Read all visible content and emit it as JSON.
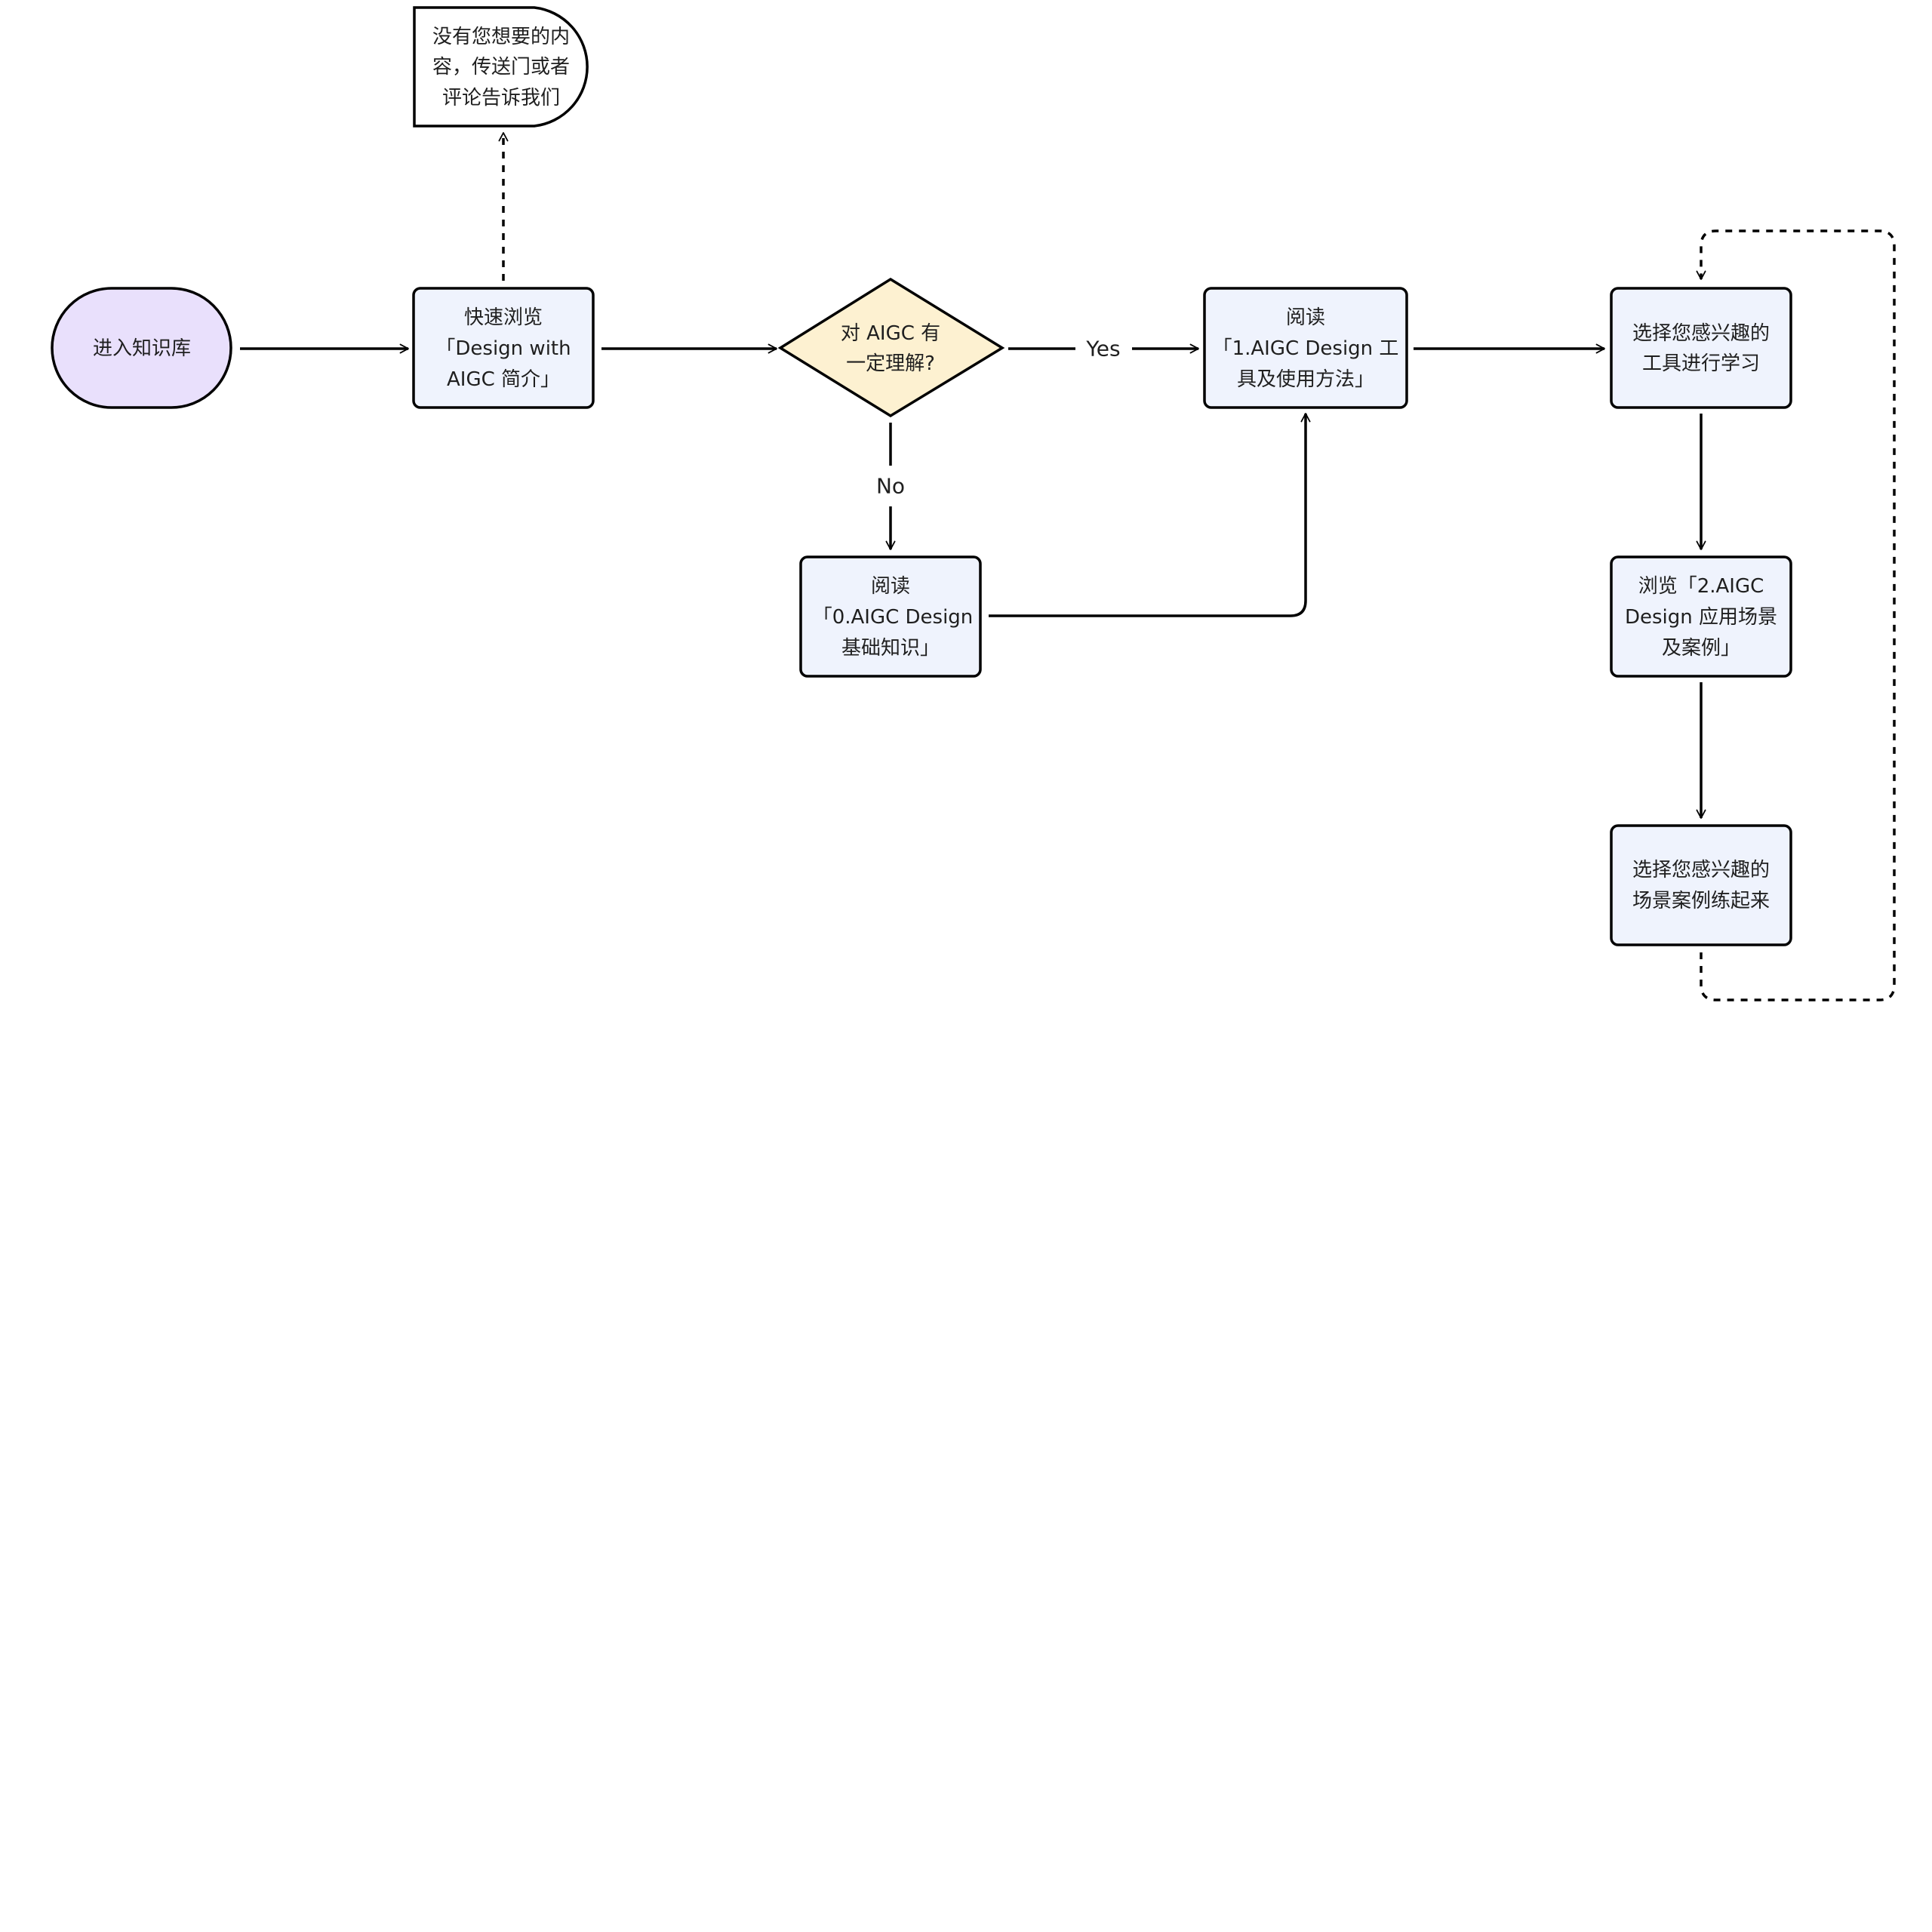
{
  "diagram": {
    "colors": {
      "start_fill": "#e9e0fc",
      "process_fill": "#eff3fd",
      "decision_fill": "#fdf1d1",
      "stroke": "#000000",
      "text": "#1f1f1f",
      "background": "#ffffff"
    },
    "nodes": {
      "start": {
        "shape": "terminator",
        "lines": [
          "进入知识库"
        ]
      },
      "intro": {
        "shape": "process",
        "lines": [
          "快速浏览",
          "「Design with",
          "AIGC 简介」"
        ]
      },
      "feedback": {
        "shape": "delay",
        "lines": [
          "没有您想要的内",
          "容，传送门或者",
          "评论告诉我们"
        ]
      },
      "decision": {
        "shape": "decision",
        "lines": [
          "对 AIGC 有",
          "一定理解?"
        ]
      },
      "basics": {
        "shape": "process",
        "lines": [
          "阅读",
          "「0.AIGC Design",
          "基础知识」"
        ]
      },
      "tools": {
        "shape": "process",
        "lines": [
          "阅读",
          "「1.AIGC Design 工",
          "具及使用方法」"
        ]
      },
      "choose_tool": {
        "shape": "process",
        "lines": [
          "选择您感兴趣的",
          "工具进行学习"
        ]
      },
      "cases": {
        "shape": "process",
        "lines": [
          "浏览「2.AIGC",
          "Design 应用场景",
          "及案例」"
        ]
      },
      "practice": {
        "shape": "process",
        "lines": [
          "选择您感兴趣的",
          "场景案例练起来"
        ]
      }
    },
    "edges": [
      {
        "from": "start",
        "to": "intro",
        "style": "solid",
        "label": ""
      },
      {
        "from": "intro",
        "to": "feedback",
        "style": "dashed",
        "label": ""
      },
      {
        "from": "intro",
        "to": "decision",
        "style": "solid",
        "label": ""
      },
      {
        "from": "decision",
        "to": "tools",
        "style": "solid",
        "label": "Yes"
      },
      {
        "from": "decision",
        "to": "basics",
        "style": "solid",
        "label": "No"
      },
      {
        "from": "basics",
        "to": "tools",
        "style": "solid",
        "label": ""
      },
      {
        "from": "tools",
        "to": "choose_tool",
        "style": "solid",
        "label": ""
      },
      {
        "from": "choose_tool",
        "to": "cases",
        "style": "solid",
        "label": ""
      },
      {
        "from": "cases",
        "to": "practice",
        "style": "solid",
        "label": ""
      },
      {
        "from": "practice",
        "to": "choose_tool",
        "style": "dashed",
        "label": ""
      }
    ]
  }
}
